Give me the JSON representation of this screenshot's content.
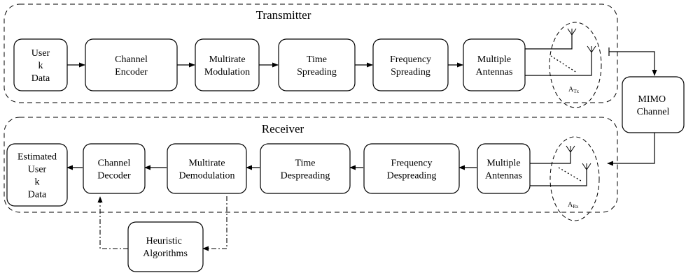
{
  "transmitter": {
    "title": "Transmitter",
    "blocks": [
      {
        "id": "user-k-data",
        "lines": [
          "User",
          "k",
          "Data"
        ]
      },
      {
        "id": "channel-encoder",
        "lines": [
          "Channel",
          "Encoder"
        ]
      },
      {
        "id": "multirate-modulation",
        "lines": [
          "Multirate",
          "Modulation"
        ]
      },
      {
        "id": "time-spreading",
        "lines": [
          "Time",
          "Spreading"
        ]
      },
      {
        "id": "frequency-spreading",
        "lines": [
          "Frequency",
          "Spreading"
        ]
      },
      {
        "id": "tx-multiple-antennas",
        "lines": [
          "Multiple",
          "Antennas"
        ]
      }
    ],
    "antenna_label": {
      "main": "A",
      "sub": "Tx"
    }
  },
  "channel": {
    "id": "mimo-channel",
    "lines": [
      "MIMO",
      "Channel"
    ]
  },
  "receiver": {
    "title": "Receiver",
    "blocks": [
      {
        "id": "rx-multiple-antennas",
        "lines": [
          "Multiple",
          "Antennas"
        ]
      },
      {
        "id": "frequency-despreading",
        "lines": [
          "Frequency",
          "Despreading"
        ]
      },
      {
        "id": "time-despreading",
        "lines": [
          "Time",
          "Despreading"
        ]
      },
      {
        "id": "multirate-demodulation",
        "lines": [
          "Multirate",
          "Demodulation"
        ]
      },
      {
        "id": "channel-decoder",
        "lines": [
          "Channel",
          "Decoder"
        ]
      },
      {
        "id": "estimated-user-k-data",
        "lines": [
          "Estimated",
          "User",
          "k",
          "Data"
        ]
      }
    ],
    "antenna_label": {
      "main": "A",
      "sub": "Rx"
    }
  },
  "heuristic": {
    "id": "heuristic-algorithms",
    "lines": [
      "Heuristic",
      "Algorithms"
    ]
  }
}
